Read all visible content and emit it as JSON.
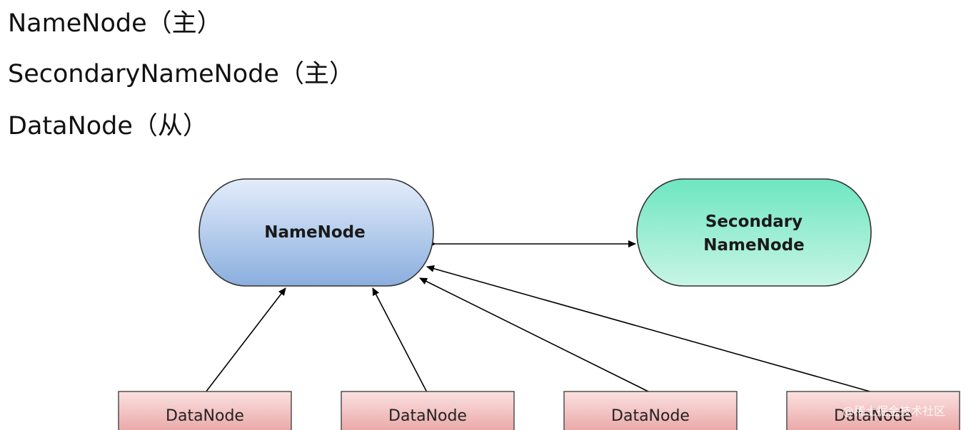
{
  "headings": [
    "NameNode（主）",
    "SecondaryNameNode（主）",
    "DataNode（从）"
  ],
  "diagram": {
    "namenode": {
      "label": "NameNode",
      "color_top": "#e3edfb",
      "color_bottom": "#8aaede"
    },
    "secondary": {
      "line1": "Secondary",
      "line2": "NameNode",
      "color_top": "#6ee6c0",
      "color_bottom": "#c8f5e6"
    },
    "datanodes": [
      {
        "label": "DataNode"
      },
      {
        "label": "DataNode"
      },
      {
        "label": "DataNode"
      },
      {
        "label": "DataNode"
      }
    ],
    "datanode_color_top": "#fbe1e1",
    "datanode_color_bottom": "#e9a3a3"
  },
  "watermark": "@稀土掘金技术社区"
}
